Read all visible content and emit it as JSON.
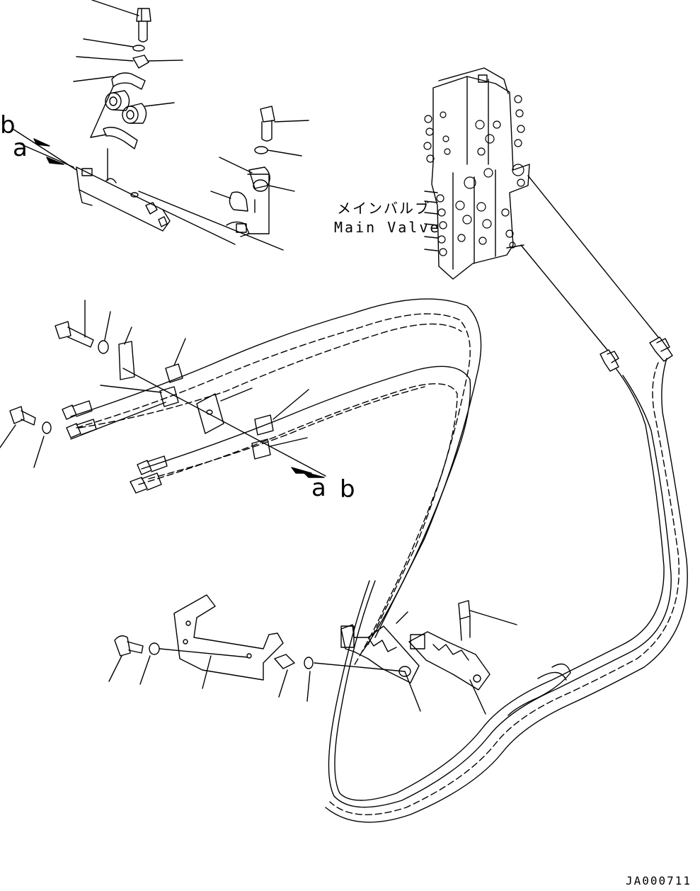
{
  "labels": {
    "main_valve_jp": "メインバルブ",
    "main_valve_en": "Main Valve",
    "callout_top_b": "b",
    "callout_top_a": "a",
    "callout_mid_a": "a",
    "callout_mid_b": "b",
    "figure_id": "JA000711"
  }
}
